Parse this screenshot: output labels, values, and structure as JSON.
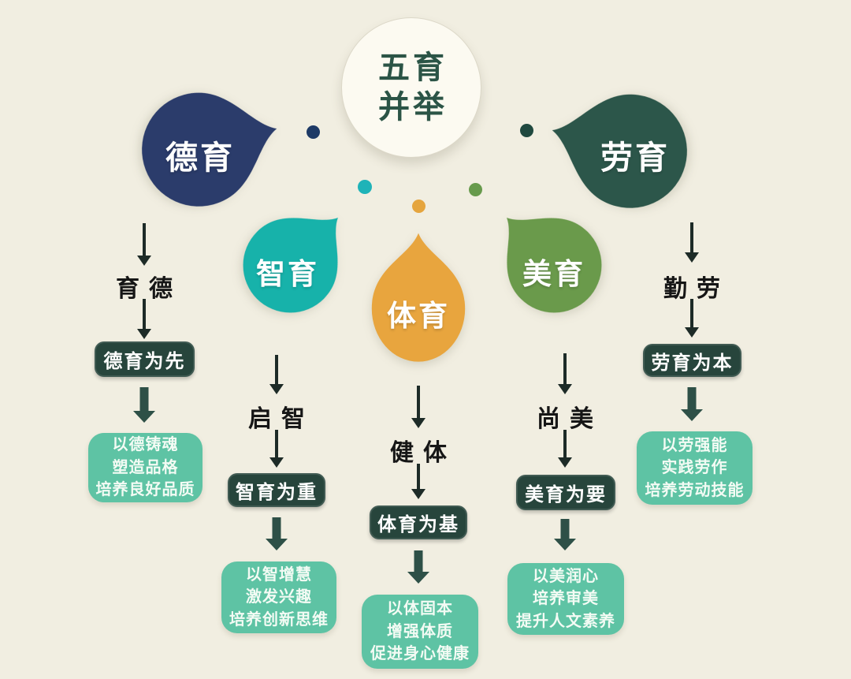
{
  "center": {
    "title_line1": "五育",
    "title_line2": "并举",
    "text_color": "#2b5446",
    "circle_bg": "#fcfaf1"
  },
  "branches": [
    {
      "id": "deyu",
      "drop_label": "德育",
      "drop_color": "#2b3c6b",
      "hand_label": "育德",
      "badge": "德育为先",
      "outcome_lines": [
        "以德铸魂",
        "塑造品格",
        "培养良好品质"
      ]
    },
    {
      "id": "zhiyu",
      "drop_label": "智育",
      "drop_color": "#17b2aa",
      "hand_label": "启智",
      "badge": "智育为重",
      "outcome_lines": [
        "以智增慧",
        "激发兴趣",
        "培养创新思维"
      ]
    },
    {
      "id": "tiyu",
      "drop_label": "体育",
      "drop_color": "#e8a53e",
      "hand_label": "健体",
      "badge": "体育为基",
      "outcome_lines": [
        "以体固本",
        "增强体质",
        "促进身心健康"
      ]
    },
    {
      "id": "meiyu",
      "drop_label": "美育",
      "drop_color": "#6a9a4b",
      "hand_label": "尚美",
      "badge": "美育为要",
      "outcome_lines": [
        "以美润心",
        "培养审美",
        "提升人文素养"
      ]
    },
    {
      "id": "laoyu",
      "drop_label": "劳育",
      "drop_color": "#2c564a",
      "hand_label": "勤劳",
      "badge": "劳育为本",
      "outcome_lines": [
        "以劳强能",
        "实践劳作",
        "培养劳动技能"
      ]
    }
  ],
  "dots": [
    {
      "color": "#1e3a66"
    },
    {
      "color": "#1fb3b8"
    },
    {
      "color": "#e5a53e"
    },
    {
      "color": "#679a4c"
    },
    {
      "color": "#20493f"
    }
  ],
  "palette": {
    "background": "#f1eee1",
    "badge_bg": "#27453c",
    "outcome_bg": "#5ec3a4",
    "outcome_text": "#f3fbf4",
    "arrow_thin": "#1d2b27",
    "arrow_thick": "#2e5047"
  }
}
